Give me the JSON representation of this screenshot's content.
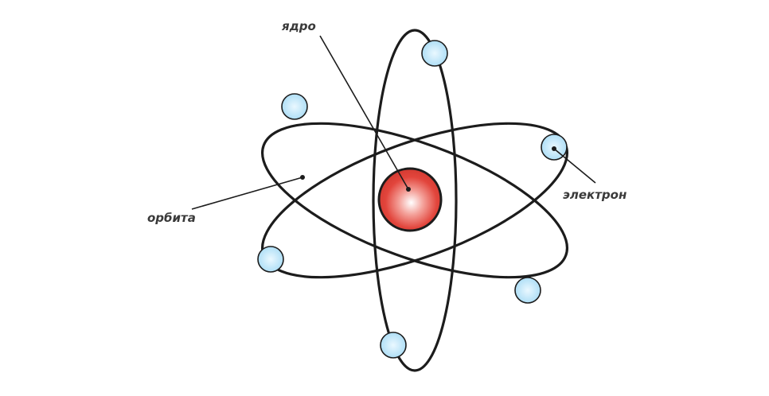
{
  "labels": {
    "nucleus": "ядро",
    "orbit": "орбита",
    "electron": "электрон"
  },
  "colors": {
    "electron_fill": "#a9dcf5",
    "electron_highlight": "#eaf8ff",
    "nucleus_fill": "#e2453c",
    "nucleus_highlight": "#ffffff",
    "line": "#1c1c1c",
    "label": "#3a3a3a"
  }
}
